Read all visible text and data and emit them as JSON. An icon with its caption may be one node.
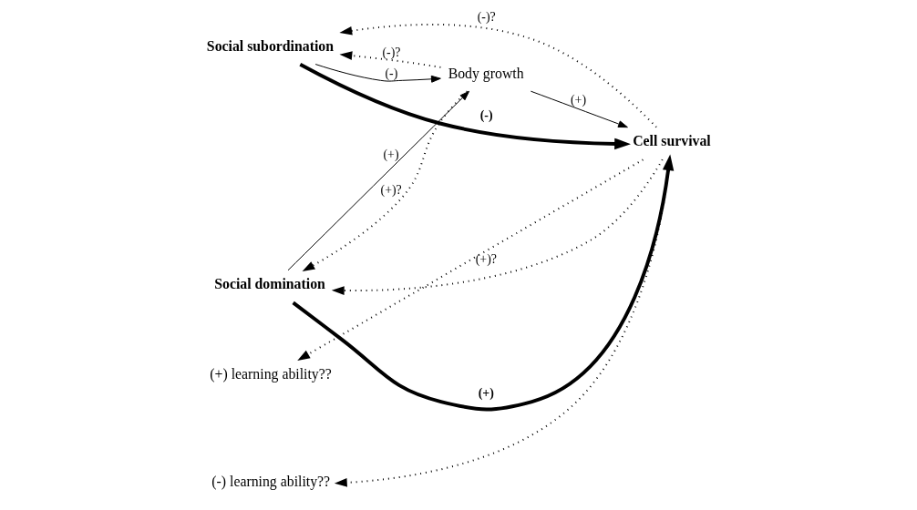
{
  "diagram": {
    "nodes": [
      {
        "text": [
          "Social domination"
        ]
      },
      {
        "text": [
          "Body growth"
        ]
      },
      {
        "text": [
          "Cell survival"
        ]
      },
      {
        "text": [
          "(+) learning ability??"
        ]
      },
      {
        "text": [
          "Social subordination"
        ]
      },
      {
        "text": [
          "(-) learning ability??"
        ]
      }
    ],
    "edges": [
      {
        "from": 0,
        "to": 2,
        "arrow": "to",
        "label": "(+)",
        "style": "thick"
      },
      {
        "from": 2,
        "to": 0,
        "arrow": "to",
        "label": "(+)?",
        "style": "dashed"
      },
      {
        "from": 0,
        "to": 1,
        "arrow": "to",
        "label": "(+)"
      },
      {
        "from": 1,
        "to": 0,
        "arrow": "to",
        "label": "(+)?",
        "style": "dashed"
      },
      {
        "from": 1,
        "to": 2,
        "arrow": "to",
        "label": "(+)"
      },
      {
        "from": 4,
        "to": 1,
        "arrow": "to",
        "label": "(-)"
      },
      {
        "from": 1,
        "to": 4,
        "arrow": "to",
        "label": "(-)?",
        "style": "dashed"
      },
      {
        "from": 4,
        "to": 2,
        "arrow": "to",
        "label": "(-)",
        "style": "thick"
      },
      {
        "from": 2,
        "to": 4,
        "arrow": "to",
        "label": "(-)?",
        "style": "dashed"
      },
      {
        "from": 2,
        "to": 3,
        "arrow": "to",
        "style": "dashed"
      },
      {
        "from": 2,
        "to": 5,
        "arrow": "to",
        "style": "dashed"
      }
    ]
  }
}
